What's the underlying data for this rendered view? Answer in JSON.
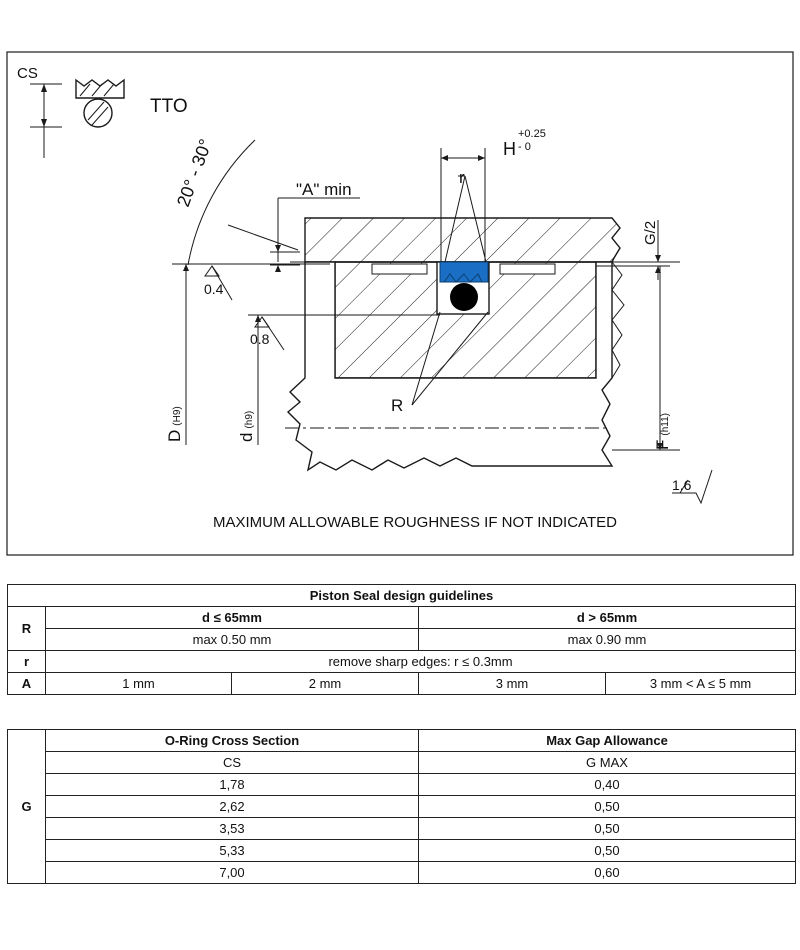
{
  "drawing": {
    "labels": {
      "cs": "CS",
      "tto": "TTO",
      "angle": "20° - 30°",
      "a_min": "\"A\" min",
      "h": "H",
      "h_tol_plus": "+0.25",
      "h_tol_minus": "- 0",
      "r_small": "r",
      "r_big": "R",
      "g_half": "G/2",
      "rough_04": "0.4",
      "rough_08": "0.8",
      "rough_16": "1.6",
      "d_big": "D",
      "d_big_tol": "(H9)",
      "d_small": "d",
      "d_small_tol": "(h9)",
      "f": "F",
      "f_tol": "(h11)",
      "note": "MAXIMUM ALLOWABLE ROUGHNESS IF NOT INDICATED"
    },
    "colors": {
      "seal": "#1a6fc4",
      "line": "#1a1a1a",
      "oring": "#000000"
    }
  },
  "guidelines": {
    "title": "Piston Seal design guidelines",
    "r_row": {
      "label": "R",
      "col1_head": "d ≤ 65mm",
      "col2_head": "d > 65mm",
      "col1_val": "max 0.50 mm",
      "col2_val": "max 0.90 mm"
    },
    "r_small_row": {
      "label": "r",
      "value": "remove sharp edges: r  ≤ 0.3mm"
    },
    "a_row": {
      "label": "A",
      "values": [
        "1 mm",
        "2 mm",
        "3 mm",
        "3 mm < A ≤ 5 mm"
      ]
    }
  },
  "gap_table": {
    "label": "G",
    "col1_head": "O-Ring Cross Section",
    "col2_head": "Max Gap Allowance",
    "col1_sub": "CS",
    "col2_sub": "G MAX",
    "rows": [
      {
        "cs": "1,78",
        "g": "0,40"
      },
      {
        "cs": "2,62",
        "g": "0,50"
      },
      {
        "cs": "3,53",
        "g": "0,50"
      },
      {
        "cs": "5,33",
        "g": "0,50"
      },
      {
        "cs": "7,00",
        "g": "0,60"
      }
    ]
  }
}
